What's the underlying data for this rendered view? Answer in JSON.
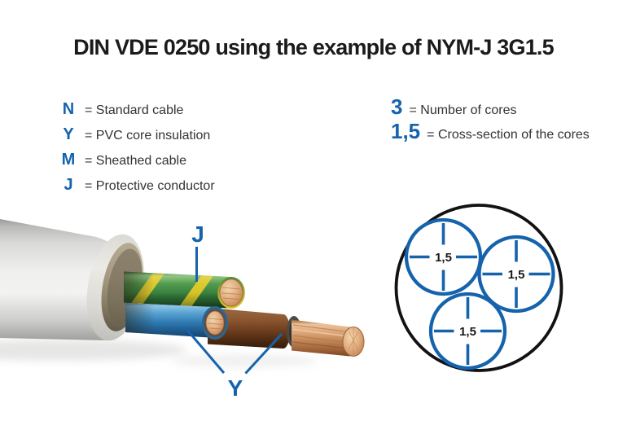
{
  "title": "DIN VDE 0250 using the example of NYM-J 3G1.5",
  "legend_left": {
    "items": [
      {
        "code": "N",
        "desc": "= Standard cable"
      },
      {
        "code": "Y",
        "desc": "= PVC core insulation"
      },
      {
        "code": "M",
        "desc": "= Sheathed cable"
      },
      {
        "code": "J",
        "desc": "= Protective conductor"
      }
    ]
  },
  "legend_right": {
    "items": [
      {
        "code": "3",
        "desc": "= Number of cores"
      },
      {
        "code": "1,5",
        "desc": "= Cross-section of the cores"
      }
    ]
  },
  "cable": {
    "label_protective_conductor": "J",
    "label_core_insulation": "Y",
    "cores": [
      {
        "name": "protective-earth-core",
        "color": "green-yellow"
      },
      {
        "name": "neutral-core",
        "color": "blue"
      },
      {
        "name": "line-core",
        "color": "brown"
      }
    ],
    "conductor_material": "copper",
    "sheath_color": "grey"
  },
  "cross_section_diagram": {
    "core_labels": [
      "1,5",
      "1,5",
      "1,5"
    ]
  },
  "colors": {
    "accent_blue": "#1563ac",
    "text_dark": "#333333",
    "title_black": "#1b1b1b",
    "outline_black": "#121212",
    "core_green": "#44913f",
    "core_yellow": "#dcc929",
    "core_blue": "#2f7ab0",
    "core_brown": "#71421f",
    "copper": "#d8a273",
    "sheath_grey": "#e9e9e7"
  }
}
